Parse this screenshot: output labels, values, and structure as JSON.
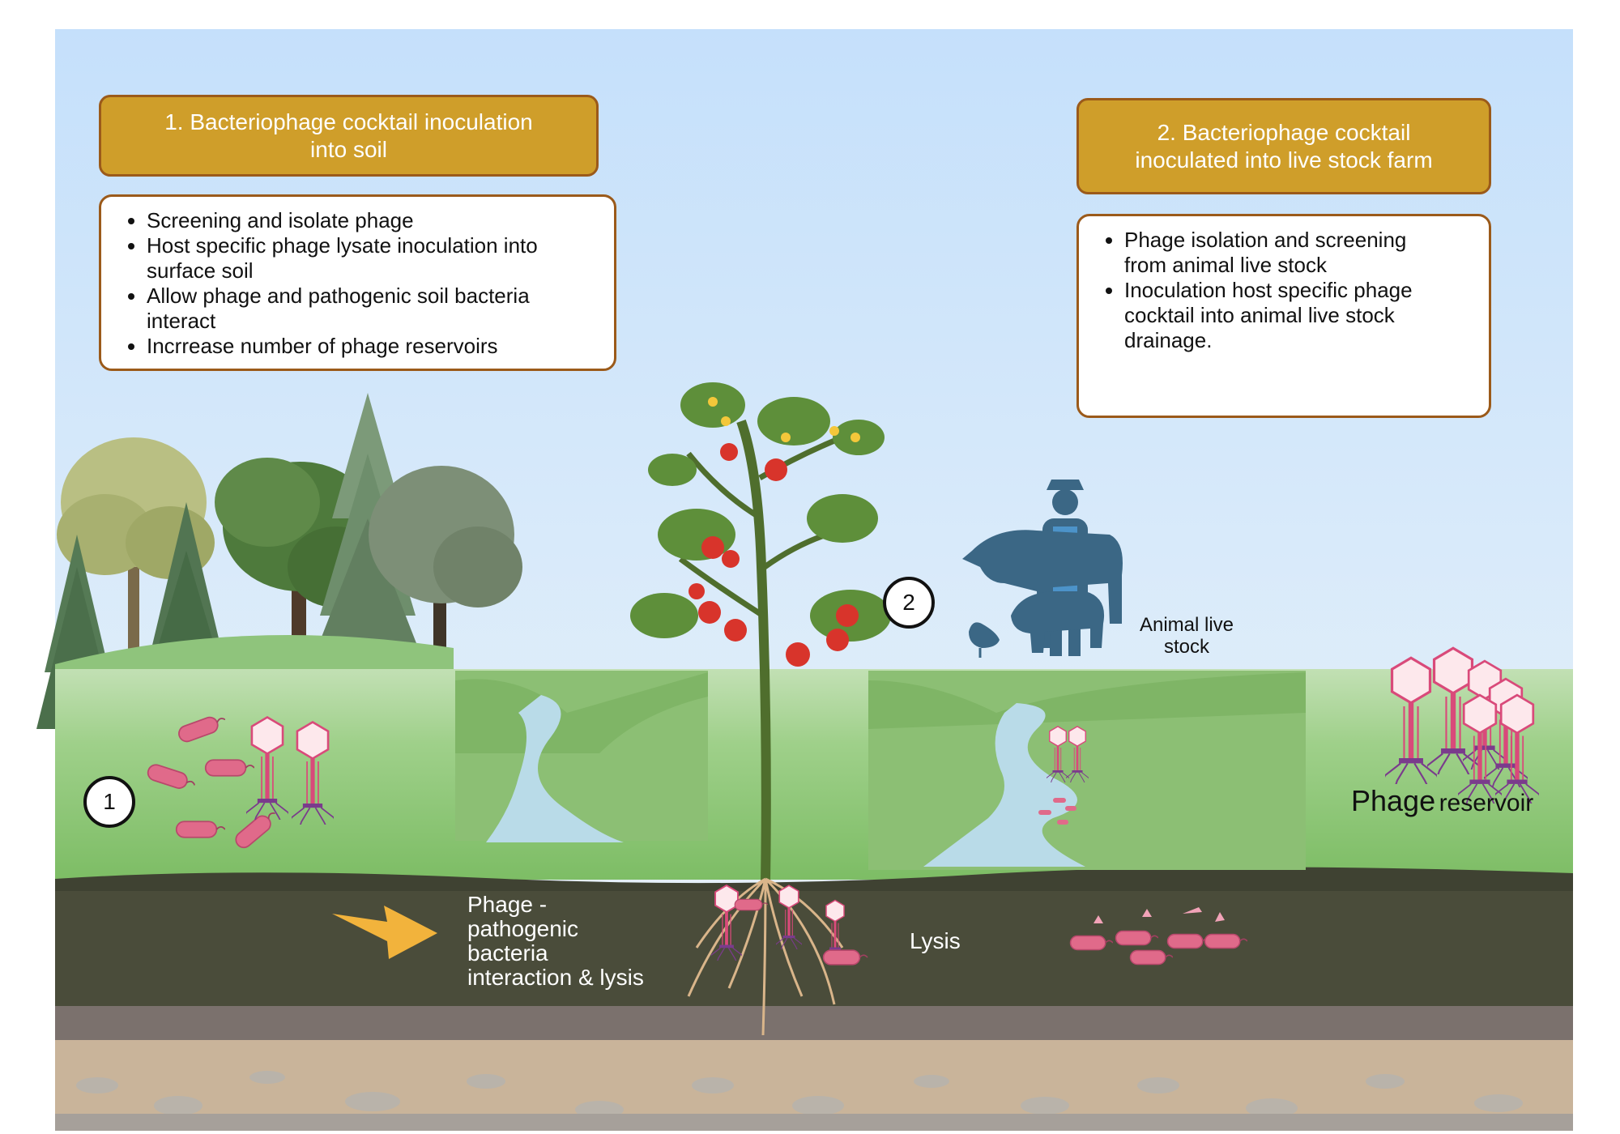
{
  "steps": [
    {
      "number": "1",
      "title_line1": "1.  Bacteriophage cocktail inoculation",
      "title_line2": "into soil",
      "bullets": [
        "Screening and isolate phage",
        "Host specific phage lysate inoculation into surface soil",
        "Allow phage and pathogenic soil bacteria interact",
        " Incrrease number of phage reservoirs"
      ]
    },
    {
      "number": "2",
      "title_line1": "2. Bacteriophage cocktail",
      "title_line2": "inoculated into live stock farm",
      "bullets": [
        "Phage isolation and screening from animal live stock",
        "Inoculation host specific phage cocktail into animal live stock drainage."
      ]
    }
  ],
  "labels": {
    "animal_line1": "Animal live",
    "animal_line2": "stock",
    "reservoir_big": "Phage",
    "reservoir_small": "reservoir",
    "interaction_lines": [
      "Phage -",
      "pathogenic",
      "bacteria",
      "interaction & lysis"
    ],
    "lysis": "Lysis"
  },
  "colors": {
    "sky_top": "#c5e0fb",
    "sky_bottom": "#eaf3f8",
    "grass": "#8cc47a",
    "soil_dark": "#4a4c3a",
    "rock": "#c9b49a",
    "title_fill": "#cf9e2a",
    "box_border": "#9b5a1a",
    "bacteria": "#e06a8a",
    "phage": "#d94a7a",
    "livestock": "#3b6785",
    "arrow": "#f2b33c",
    "water": "#b9dbe8"
  },
  "icons": [
    "deciduous-tree-icon",
    "pine-tree-icon",
    "tomato-plant-icon",
    "cow-icon",
    "pig-icon",
    "chicken-icon",
    "farmer-icon",
    "bacteriophage-icon",
    "bacterium-icon",
    "river-icon",
    "arrow-icon"
  ]
}
